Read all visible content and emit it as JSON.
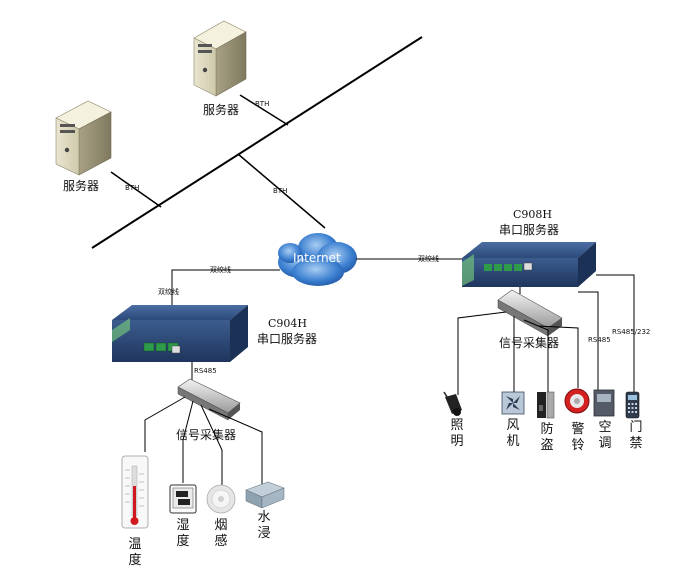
{
  "servers": [
    {
      "label": "服务器",
      "link": "BTH"
    },
    {
      "label": "服务器",
      "link": "BTH"
    }
  ],
  "backbone": {
    "link": "BTH"
  },
  "cloud": {
    "label": "Internet"
  },
  "left_device": {
    "model": "C904H",
    "name": "串口服务器",
    "uplink_labels": [
      "双绞线",
      "双绞线"
    ],
    "bus_label": "RS485",
    "collector_label": "信号采集器",
    "sensors": [
      "温度",
      "湿度",
      "烟感",
      "水浸"
    ]
  },
  "right_device": {
    "model": "C908H",
    "name": "串口服务器",
    "uplink_label": "双绞线",
    "bus_label": "RS485",
    "bus_label_2": "RS485/232",
    "collector_label": "信号采集器",
    "endpoints": [
      "照明",
      "风机",
      "防盗",
      "警铃",
      "空调",
      "门禁"
    ]
  }
}
